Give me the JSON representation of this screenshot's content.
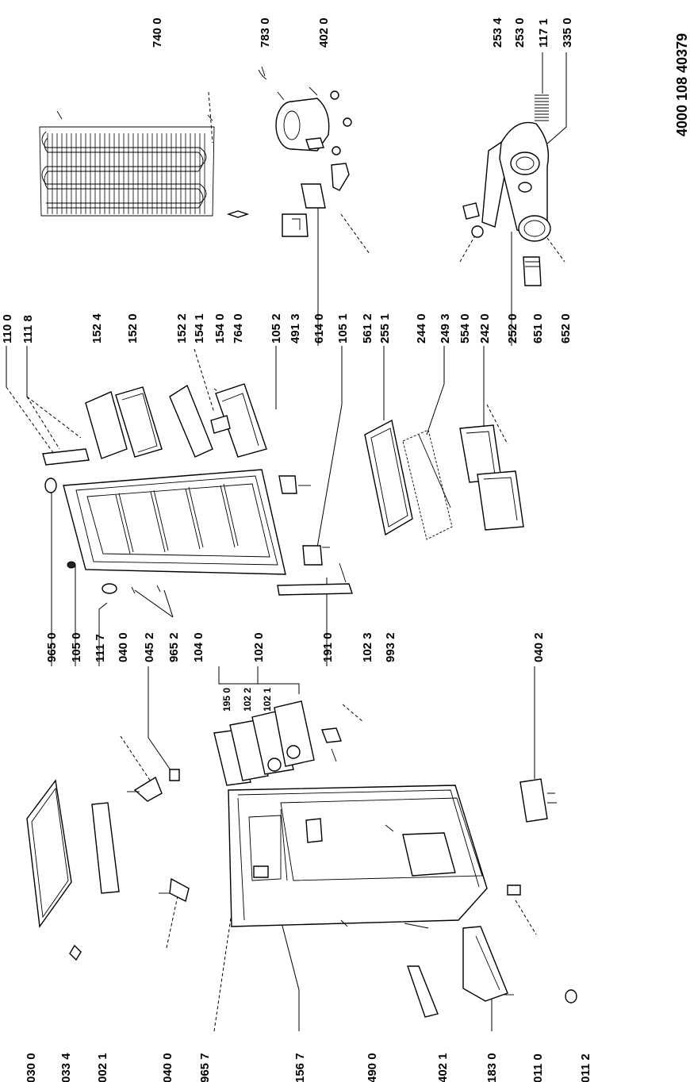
{
  "document_id": "4000 108 40379",
  "labels": {
    "l0300": "030 0",
    "l0334": "033 4",
    "l0021": "002 1",
    "l0400b": "040 0",
    "l9657": "965 7",
    "l1567": "156 7",
    "l4900": "490 0",
    "l4021": "402 1",
    "l1830": "183 0",
    "l0110": "011 0",
    "l0112": "011 2",
    "l9650": "965 0",
    "l1050": "105 0",
    "l1117": "111 7",
    "l0400a": "040 0",
    "l0452": "045 2",
    "l9652": "965 2",
    "l1040": "104 0",
    "l1020": "102 0",
    "l1950": "195 0",
    "l1022": "102 2",
    "l1021": "102 1",
    "l1910": "191 0",
    "l1023": "102 3",
    "l9932": "993 2",
    "l0402": "040 2",
    "l1100": "110 0",
    "l1118": "111 8",
    "l1524": "152 4",
    "l1520": "152 0",
    "l1522": "152 2",
    "l1541": "154 1",
    "l1540": "154 0",
    "l7640": "764 0",
    "l1052": "105 2",
    "l4913": "491 3",
    "l6140": "614 0",
    "l1051": "105 1",
    "l5612": "561 2",
    "l2551": "255 1",
    "l2440": "244 0",
    "l2493": "249 3",
    "l5540": "554 0",
    "l2420": "242 0",
    "l2520": "252 0",
    "l6510": "651 0",
    "l6520": "652 0",
    "l7400": "740 0",
    "l7830": "783 0",
    "l4020": "402 0",
    "l2534": "253 4",
    "l2530": "253 0",
    "l1171": "117 1",
    "l3350": "335 0"
  }
}
